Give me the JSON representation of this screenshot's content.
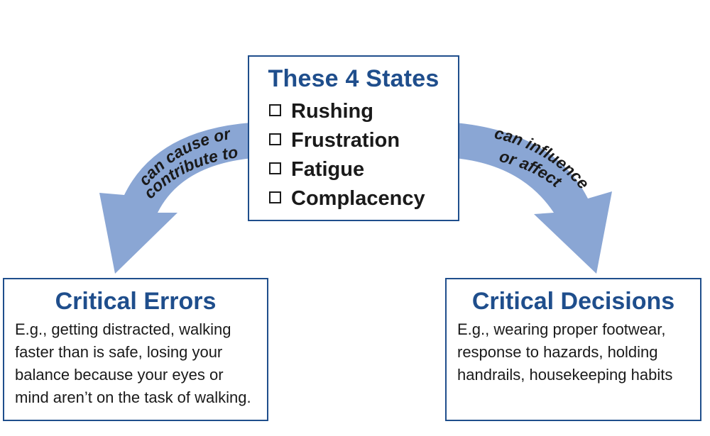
{
  "states": {
    "title": "These 4 States",
    "items": [
      "Rushing",
      "Frustration",
      "Fatigue",
      "Complacency"
    ]
  },
  "left_arrow": {
    "line1": "can cause or",
    "line2": "contribute to"
  },
  "right_arrow": {
    "line1": "can influence",
    "line2": "or affect"
  },
  "errors": {
    "title": "Critical Errors",
    "body": "E.g., getting distracted, walking faster than is safe, losing your balance because your eyes or mind aren’t on the task of walking."
  },
  "decisions": {
    "title": "Critical Decisions",
    "body": "E.g., wearing proper footwear, response to hazards, holding handrails, housekeeping habits"
  },
  "colors": {
    "primary": "#1f4e8c",
    "arrow": "#8aa6d4",
    "text": "#1a1a1a"
  }
}
